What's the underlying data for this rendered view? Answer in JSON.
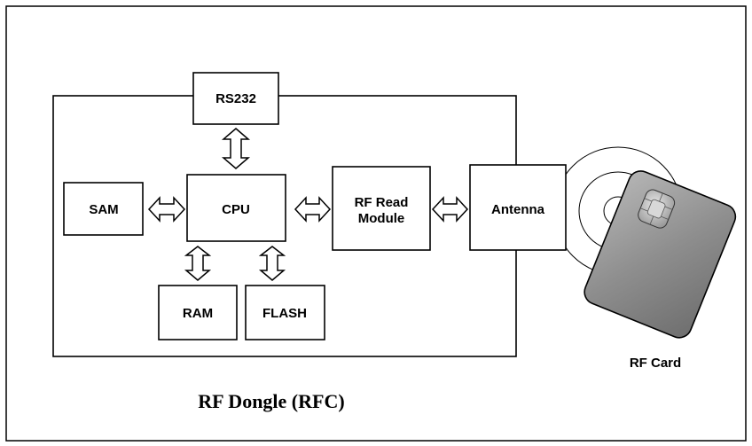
{
  "diagram": {
    "blocks": {
      "rs232": "RS232",
      "sam": "SAM",
      "cpu": "CPU",
      "rf_read_module_line1": "RF Read",
      "rf_read_module_line2": "Module",
      "antenna": "Antenna",
      "ram": "RAM",
      "flash": "FLASH"
    },
    "rf_card_label": "RF Card",
    "dongle_caption": "RF Dongle (RFC)"
  },
  "colors": {
    "line": "#000000",
    "background": "#ffffff",
    "card_gray": "#8c8c8c"
  }
}
